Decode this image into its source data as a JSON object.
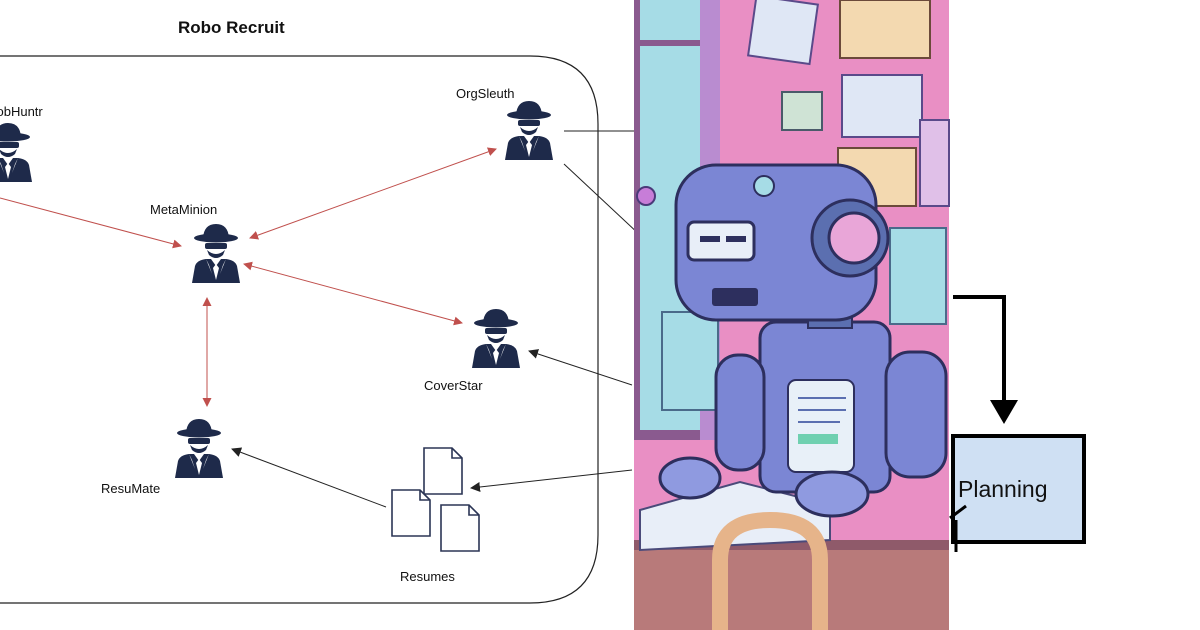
{
  "diagram": {
    "title": "Robo Recruit",
    "agents": [
      {
        "id": "jobhuntr",
        "label": "JobHuntr"
      },
      {
        "id": "orgsleuth",
        "label": "OrgSleuth"
      },
      {
        "id": "metaminion",
        "label": "MetaMinion"
      },
      {
        "id": "coverstar",
        "label": "CoverStar"
      },
      {
        "id": "resumate",
        "label": "ResuMate"
      }
    ],
    "documents": {
      "label": "Resumes"
    },
    "edges": [
      {
        "from": "jobhuntr",
        "to": "metaminion",
        "style": "one-way",
        "color": "#c0504d"
      },
      {
        "from": "metaminion",
        "to": "orgsleuth",
        "style": "two-way",
        "color": "#c0504d"
      },
      {
        "from": "metaminion",
        "to": "coverstar",
        "style": "two-way",
        "color": "#c0504d"
      },
      {
        "from": "metaminion",
        "to": "resumate",
        "style": "two-way",
        "color": "#c0504d"
      },
      {
        "from": "resumes",
        "to": "resumate",
        "style": "one-way",
        "color": "#222222"
      },
      {
        "from": "external",
        "to": "coverstar",
        "style": "one-way",
        "color": "#222222"
      },
      {
        "from": "external",
        "to": "resumes",
        "style": "one-way",
        "color": "#222222"
      }
    ],
    "colors": {
      "agent": "#1e2a4a",
      "red_edge": "#c0504d",
      "black_edge": "#222222"
    }
  },
  "illustration": {
    "subject": "robot-reading-at-desk",
    "colors": {
      "wall": "#e98fc4",
      "robot": "#7b86d4",
      "window": "#a6dce6",
      "desk": "#b87a7a"
    }
  },
  "flowchart": {
    "box_label": "Planning",
    "colors": {
      "box_fill": "#cfe0f3",
      "border": "#000000"
    }
  }
}
